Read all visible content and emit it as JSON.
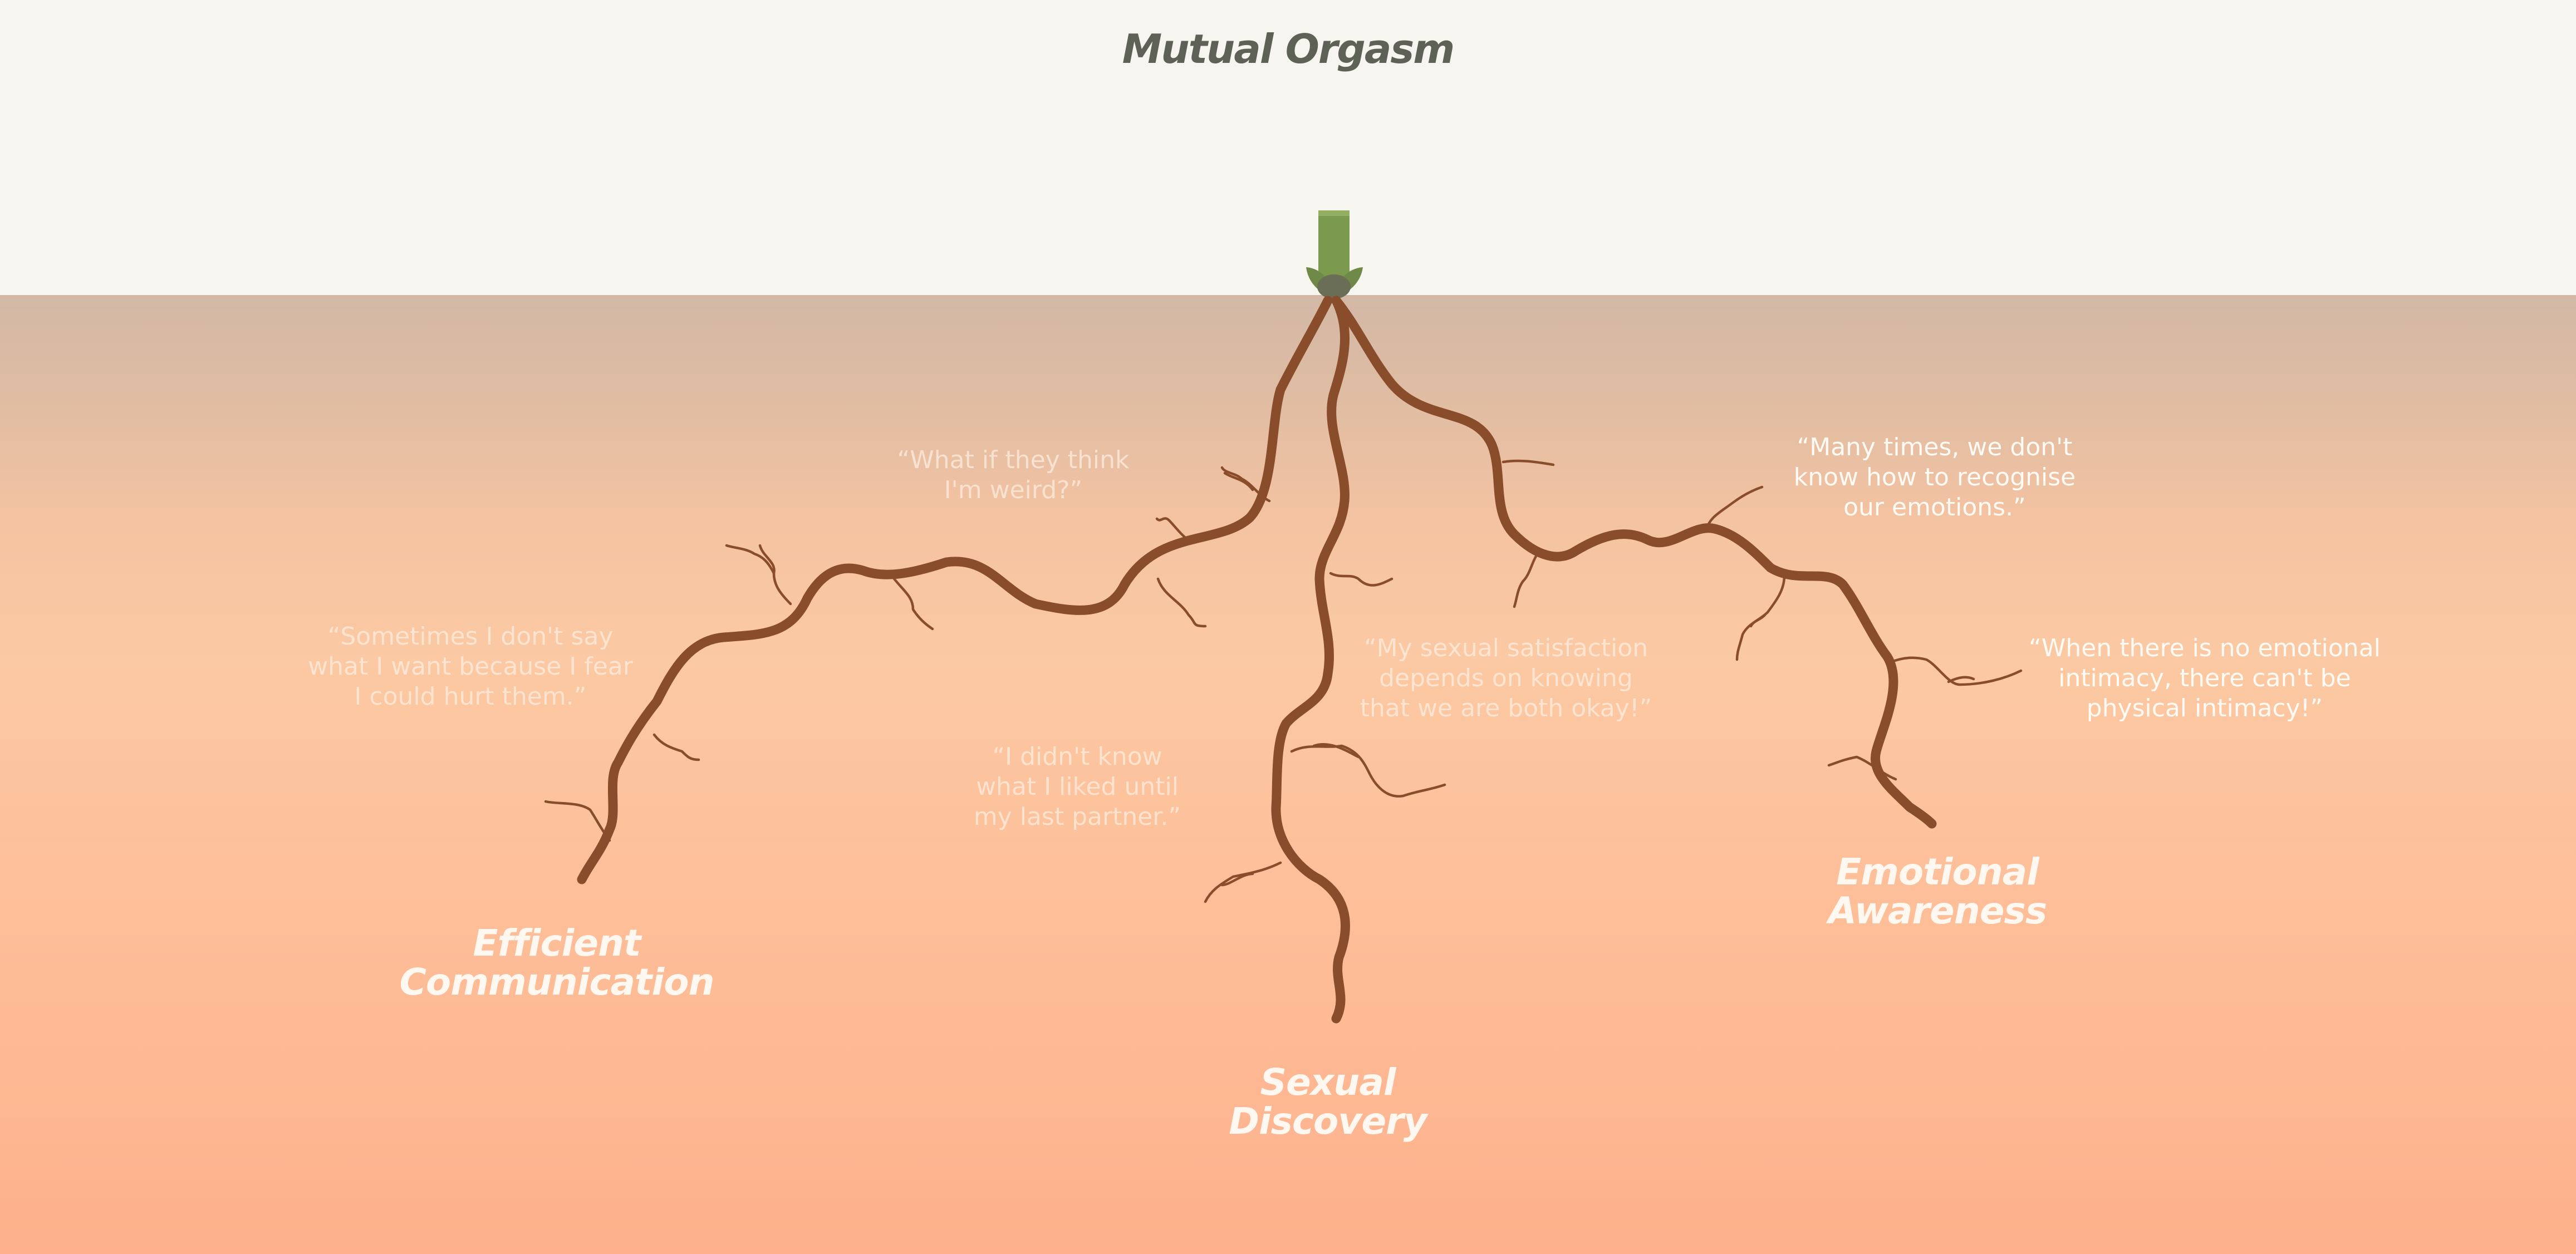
{
  "title": "Mutual Orgasm",
  "colors": {
    "sky": "#f6f5f0",
    "soil_top": "#d3b8a6",
    "soil_bottom": "#fdb08b",
    "root": "#8a4d2c",
    "sprout": "#7c9a4e",
    "title": "#5e6155"
  },
  "icons": {
    "sprout": "sprout-icon"
  },
  "branches": [
    {
      "label": "Efficient\nCommunication"
    },
    {
      "label": "Sexual\nDiscovery"
    },
    {
      "label": "Emotional\nAwareness"
    }
  ],
  "quotes": [
    {
      "text": "“What if they think\nI'm weird?”"
    },
    {
      "text": "“Sometimes I don't say\nwhat I want because I fear\nI could hurt them.”"
    },
    {
      "text": "“I didn't know\nwhat I liked until\nmy last partner.”"
    },
    {
      "text": "“My sexual satisfaction\ndepends on knowing\nthat we are both okay!”"
    },
    {
      "text": "“Many times, we don't\nknow how to recognise\nour emotions.”"
    },
    {
      "text": "“When there is no emotional\nintimacy, there can't be\nphysical intimacy!”"
    }
  ]
}
